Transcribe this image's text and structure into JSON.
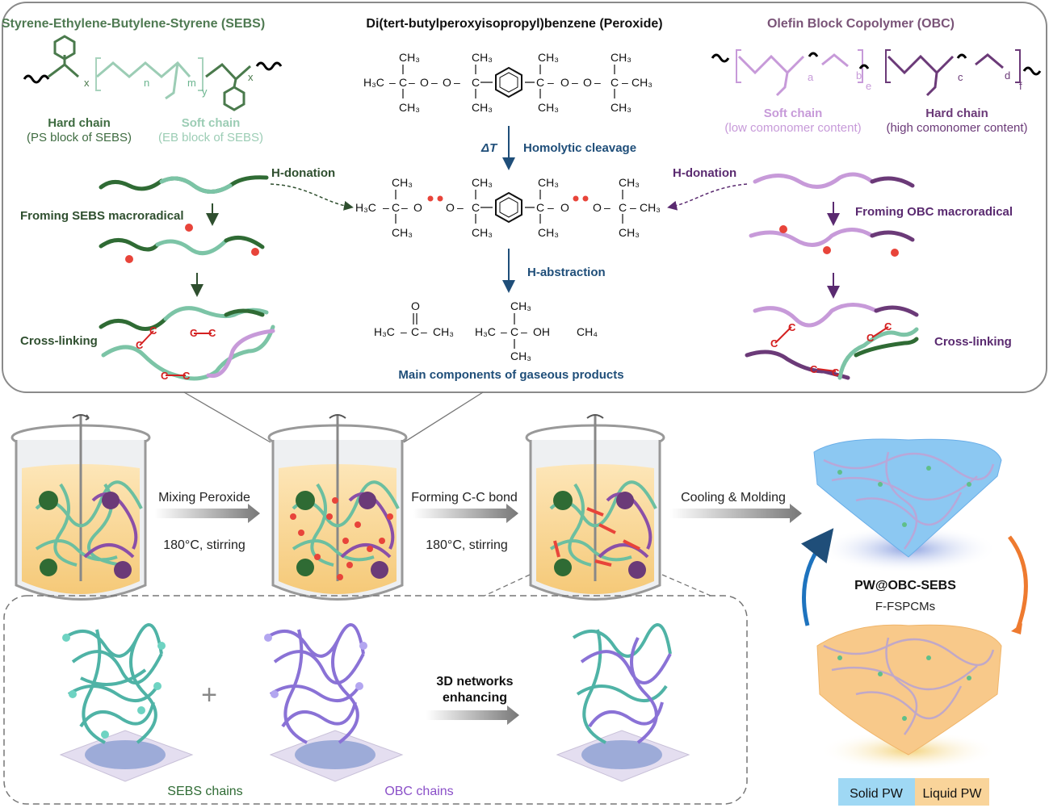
{
  "colors": {
    "sebs_dark": "#2f6b34",
    "sebs_light": "#7cc4a6",
    "obc_light": "#c79ad9",
    "obc_dark": "#6b3a78",
    "blue_text": "#1f4e79",
    "radical": "#e8443a",
    "solid_pw": "#7ec8f0",
    "liquid_pw": "#f8c27a"
  },
  "top_panel": {
    "sebs": {
      "title": "Styrene-Ethylene-Butylene-Styrene (SEBS)",
      "subs": {
        "x1": "x",
        "n": "n",
        "m": "m",
        "y": "y",
        "x2": "x"
      },
      "hard_title": "Hard chain",
      "hard_sub": "(PS block of SEBS)",
      "soft_title": "Soft chain",
      "soft_sub": "(EB block of SEBS)"
    },
    "peroxide": {
      "title": "Di(tert-butylperoxyisopropyl)benzene (Peroxide)",
      "ch3": "CH₃",
      "h3c": "H₃C",
      "c": "C",
      "o": "O",
      "ch3_right": "CH₃",
      "delta_t": "ΔT",
      "homolytic": "Homolytic cleavage",
      "h_abstraction": "H-abstraction",
      "products": {
        "acetone_left": "H₃C",
        "acetone_c": "C",
        "acetone_o": "O",
        "acetone_right": "CH₃",
        "tbuoh_left": "H₃C",
        "tbuoh_c": "C",
        "tbuoh_oh": "OH",
        "methane": "CH₄"
      },
      "products_caption": "Main components of gaseous products"
    },
    "obc": {
      "title": "Olefin Block Copolymer (OBC)",
      "subs": {
        "a": "a",
        "b": "b",
        "e": "e",
        "c": "c",
        "d": "d",
        "f": "f"
      },
      "soft_title": "Soft chain",
      "soft_sub": "(low comonomer content)",
      "hard_title": "Hard chain",
      "hard_sub": "(high comonomer content)"
    },
    "left": {
      "h_donation": "H-donation",
      "forming": "Froming SEBS macroradical",
      "crosslinking": "Cross-linking",
      "cc": "C"
    },
    "right": {
      "h_donation": "H-donation",
      "forming": "Froming OBC macroradical",
      "crosslinking": "Cross-linking",
      "cc": "C"
    }
  },
  "process": {
    "step1_label": "Mixing Peroxide",
    "step1_cond": "180°C, stirring",
    "step2_label": "Forming C-C bond",
    "step2_cond": "180°C, stirring",
    "step3_label": "Cooling & Molding"
  },
  "networks": {
    "sebs_label": "SEBS chains",
    "plus": "+",
    "obc_label": "OBC chains",
    "enhance_line1": "3D networks",
    "enhance_line2": "enhancing"
  },
  "product": {
    "name": "PW@OBC-SEBS",
    "subtitle": "F-FSPCMs",
    "legend_solid": "Solid PW",
    "legend_liquid": "Liquid PW"
  }
}
